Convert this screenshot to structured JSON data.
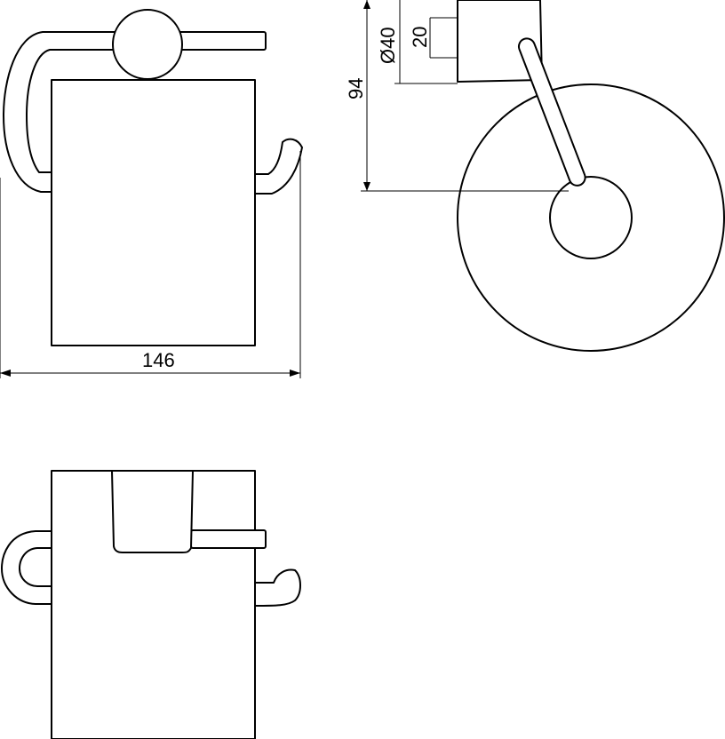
{
  "dimensions": {
    "width_label": "146",
    "height_label": "94",
    "diameter_label": "Ø40",
    "offset_label": "20"
  },
  "views": [
    "front-view",
    "side-view",
    "top-view"
  ]
}
